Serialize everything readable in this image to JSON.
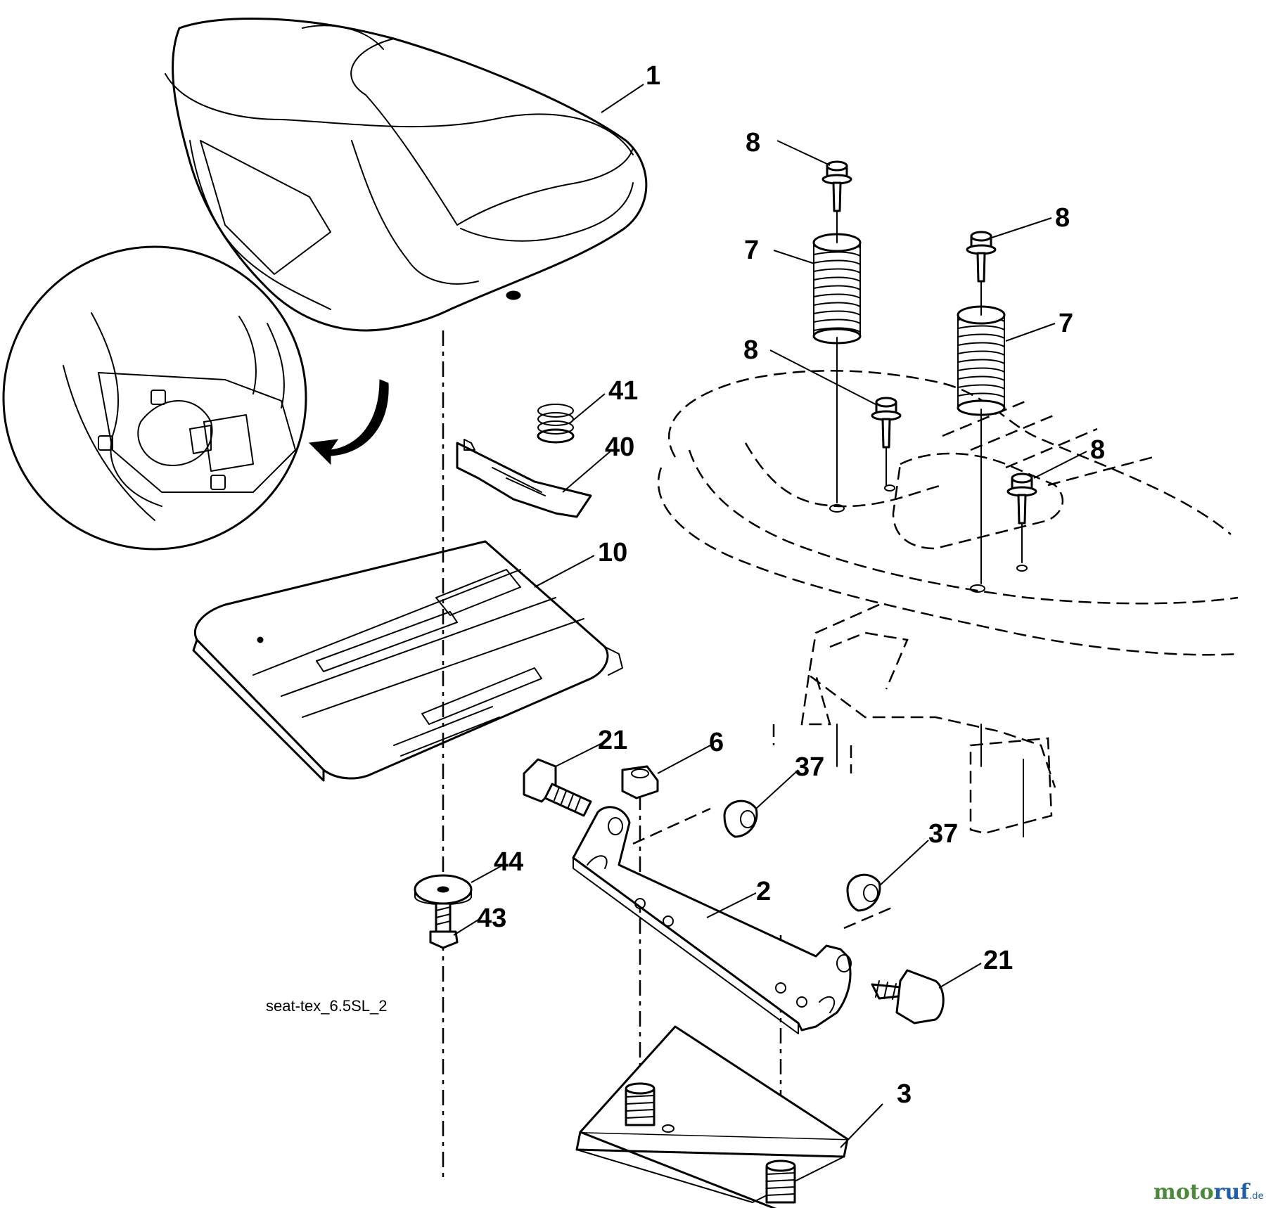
{
  "callouts": [
    {
      "id": "c1",
      "label": "1"
    },
    {
      "id": "c8a",
      "label": "8"
    },
    {
      "id": "c7a",
      "label": "7"
    },
    {
      "id": "c8b",
      "label": "8"
    },
    {
      "id": "c7b",
      "label": "7"
    },
    {
      "id": "c8c",
      "label": "8"
    },
    {
      "id": "c8d",
      "label": "8"
    },
    {
      "id": "c41",
      "label": "41"
    },
    {
      "id": "c40",
      "label": "40"
    },
    {
      "id": "c10",
      "label": "10"
    },
    {
      "id": "c21a",
      "label": "21"
    },
    {
      "id": "c6",
      "label": "6"
    },
    {
      "id": "c37a",
      "label": "37"
    },
    {
      "id": "c37b",
      "label": "37"
    },
    {
      "id": "c44",
      "label": "44"
    },
    {
      "id": "c43",
      "label": "43"
    },
    {
      "id": "c2",
      "label": "2"
    },
    {
      "id": "c21b",
      "label": "21"
    },
    {
      "id": "c3",
      "label": "3"
    }
  ],
  "drawing_code": "seat-tex_6.5SL_2",
  "watermark": {
    "part1": "moto",
    "part2": "ruf",
    "suffix": ".de"
  },
  "colors": {
    "watermark_green": "#4a8a3a",
    "watermark_blue": "#1f5fa6"
  }
}
